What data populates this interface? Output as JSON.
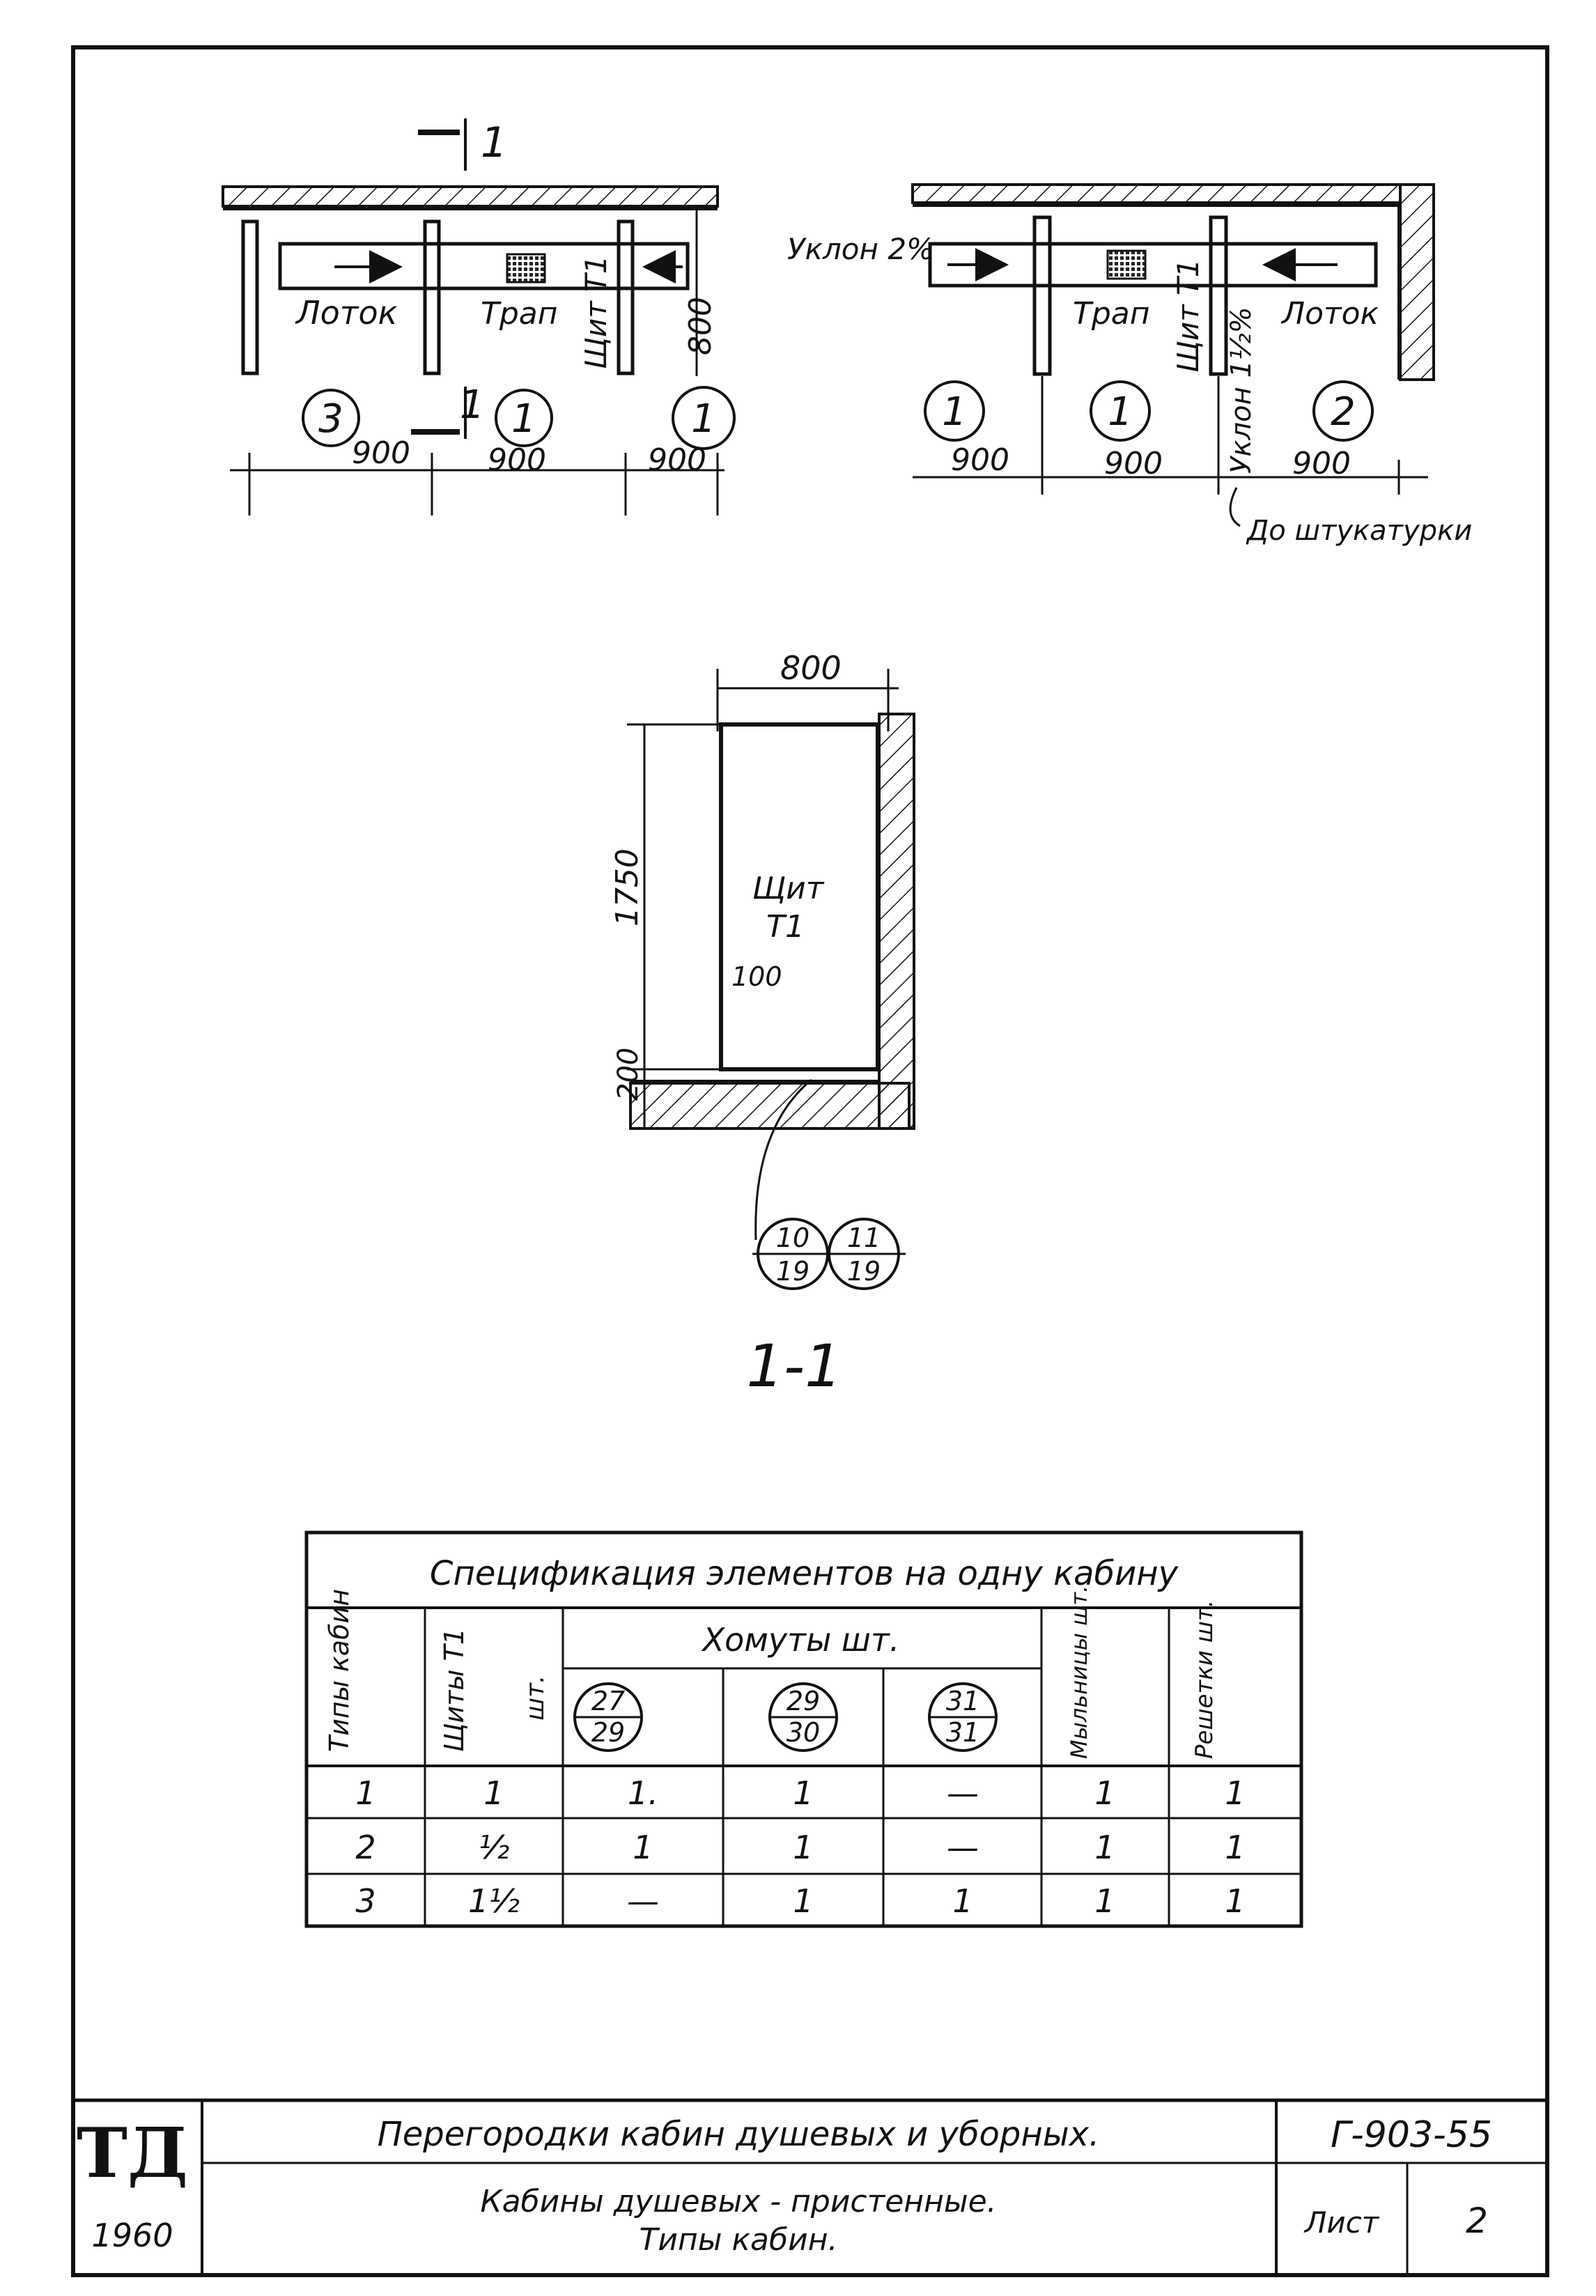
{
  "plan_left": {
    "slope_arrow_label": "1",
    "label_tray": "Лоток",
    "label_drain": "Трап",
    "label_panel": "Щит Т1",
    "dim_depth": "800",
    "cabin_types": [
      "3",
      "1",
      "1"
    ],
    "dims": [
      "900",
      "900",
      "900"
    ]
  },
  "plan_right": {
    "slope_top": "Уклон 2%",
    "label_drain": "Трап",
    "label_panel": "Щит Т1",
    "label_tray": "Лоток",
    "slope_side": "Уклон 1½%",
    "cabin_types": [
      "1",
      "1",
      "2"
    ],
    "dims": [
      "900",
      "900",
      "900"
    ],
    "note": "До штукатурки"
  },
  "section": {
    "dim_width": "800",
    "dim_height": "1750",
    "dim_base": "200",
    "dim_gap": "100",
    "panel_label_1": "Щит",
    "panel_label_2": "Т1",
    "ref_1": {
      "top": "10",
      "bottom": "19"
    },
    "ref_2": {
      "top": "11",
      "bottom": "19"
    },
    "title": "1-1"
  },
  "spec_table": {
    "title": "Спецификация элементов на одну кабину",
    "col_types": "Типы кабин",
    "col_panels": "Щиты Т1",
    "col_panels_unit": "шт.",
    "col_clamps": "Хомуты шт.",
    "clamp_refs": [
      {
        "top": "27",
        "bottom": "29"
      },
      {
        "top": "29",
        "bottom": "30"
      },
      {
        "top": "31",
        "bottom": "31"
      }
    ],
    "col_soap": "Мыльницы шт.",
    "col_grate": "Решетки шт.",
    "rows": [
      [
        "1",
        "1",
        "1.",
        "1",
        "—",
        "1",
        "1"
      ],
      [
        "2",
        "½",
        "1",
        "1",
        "—",
        "1",
        "1"
      ],
      [
        "3",
        "1½",
        "—",
        "1",
        "1",
        "1",
        "1"
      ]
    ]
  },
  "title_block": {
    "logo": "ТД",
    "year": "1960",
    "line1": "Перегородки кабин душевых и уборных.",
    "line2": "Кабины душевых - пристенные.",
    "line3": "Типы кабин.",
    "code": "Г-903-55",
    "sheet_label": "Лист",
    "sheet_no": "2"
  }
}
